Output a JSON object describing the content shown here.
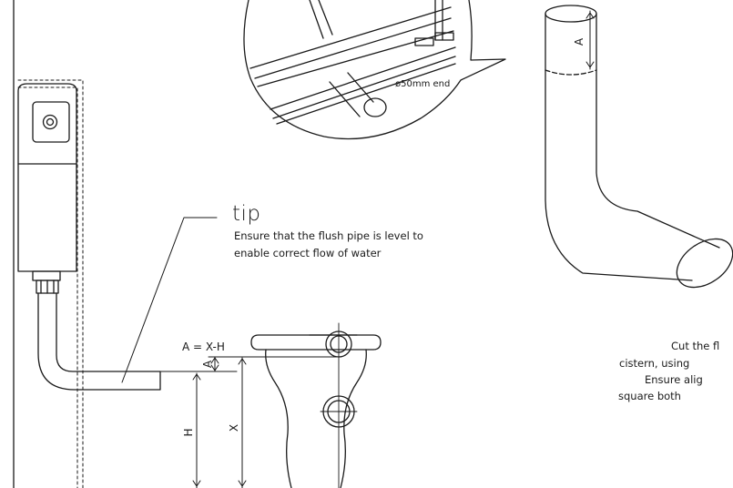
{
  "tip": {
    "title": "tip",
    "line1": "Ensure that the flush pipe is level to",
    "line2": "enable correct flow of water"
  },
  "labels": {
    "formula": "A = X-H",
    "dim_a": "A",
    "dim_h": "H",
    "dim_x": "X",
    "end": "ø50mm end"
  },
  "cut_note": {
    "line1": "Cut the fl",
    "line2": "cistern, using",
    "line3": "Ensure alig",
    "line4": "square both"
  }
}
